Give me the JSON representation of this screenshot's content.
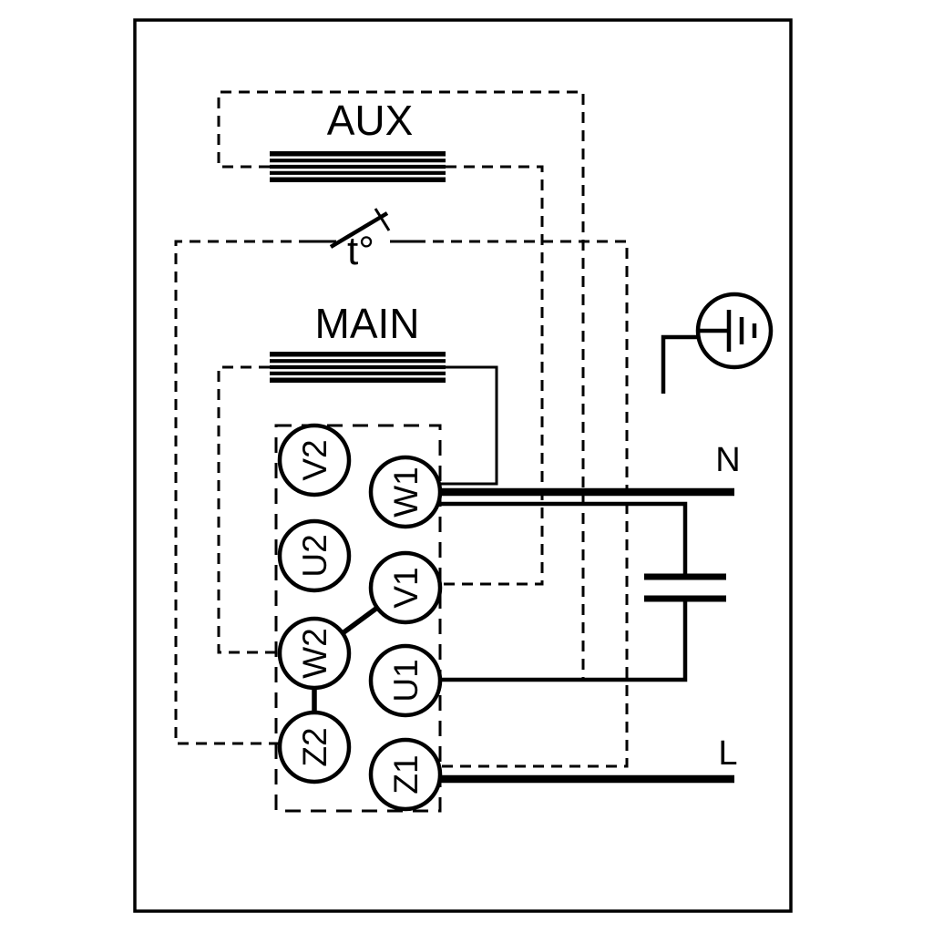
{
  "diagram": {
    "type": "single-phase-motor-wiring-diagram",
    "windings": {
      "aux_label": "AUX",
      "main_label": "MAIN"
    },
    "thermal_switch": {
      "label": "t°"
    },
    "power_lines": {
      "neutral_label": "N",
      "live_label": "L"
    },
    "terminal_block": {
      "left_column": [
        {
          "label": "V2"
        },
        {
          "label": "U2"
        },
        {
          "label": "W2"
        },
        {
          "label": "Z2"
        }
      ],
      "right_column": [
        {
          "label": "W1"
        },
        {
          "label": "V1"
        },
        {
          "label": "U1"
        },
        {
          "label": "Z1"
        }
      ]
    },
    "symbols": [
      "aux-winding-coil",
      "main-winding-coil",
      "thermal-switch",
      "terminal-block",
      "capacitor",
      "earth-ground"
    ],
    "colors": {
      "line": "#000000",
      "background": "#ffffff"
    }
  }
}
